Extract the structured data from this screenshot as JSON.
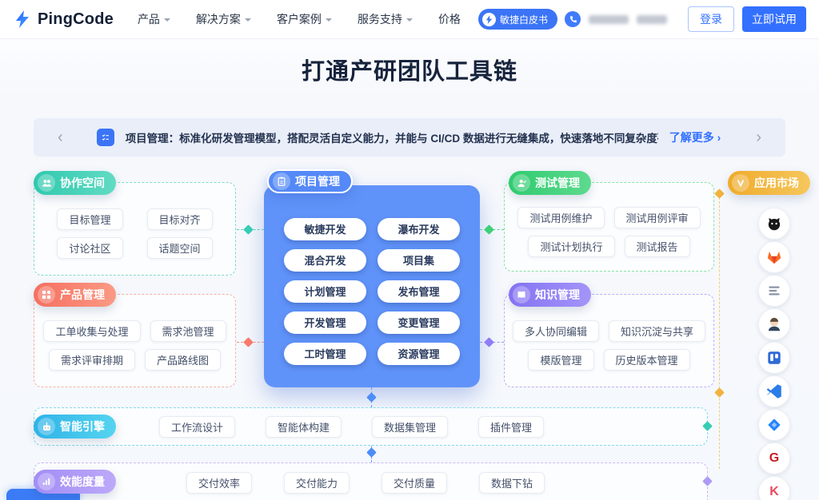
{
  "brand": {
    "name": "PingCode",
    "accent": "#3370ff"
  },
  "navbar": {
    "items": [
      {
        "label": "产品",
        "dropdown": true
      },
      {
        "label": "解决方案",
        "dropdown": true
      },
      {
        "label": "客户案例",
        "dropdown": true
      },
      {
        "label": "服务支持",
        "dropdown": true
      },
      {
        "label": "价格",
        "dropdown": false
      }
    ],
    "whitepaper_badge": "敏捷白皮书",
    "login": "登录",
    "trial": "立即试用"
  },
  "hero": {
    "title": "打通产研团队工具链"
  },
  "banner": {
    "message": "项目管理：标准化研发管理模型，搭配灵活自定义能力，并能与 CI/CD 数据进行无缝集成，快速落地不同复杂度研发场景",
    "more_link": "了解更多 ›",
    "prev": "‹",
    "next": "›"
  },
  "sections": {
    "collaboration": {
      "title": "协作空间",
      "color": "#36cdb4",
      "items": [
        "目标管理",
        "目标对齐",
        "讨论社区",
        "话题空间"
      ]
    },
    "product": {
      "title": "产品管理",
      "color": "#f87a6b",
      "items": [
        "工单收集与处理",
        "需求池管理",
        "需求评审排期",
        "产品路线图"
      ]
    },
    "project": {
      "title": "项目管理",
      "color": "#5589f8",
      "items": [
        "敏捷开发",
        "瀑布开发",
        "混合开发",
        "项目集",
        "计划管理",
        "发布管理",
        "开发管理",
        "变更管理",
        "工时管理",
        "资源管理"
      ]
    },
    "testing": {
      "title": "测试管理",
      "color": "#3ed077",
      "items": [
        "测试用例维护",
        "测试用例评审",
        "测试计划执行",
        "测试报告"
      ]
    },
    "knowledge": {
      "title": "知识管理",
      "color": "#8f7cf7",
      "items": [
        "多人协同编辑",
        "知识沉淀与共享",
        "模版管理",
        "历史版本管理"
      ]
    },
    "marketplace": {
      "title": "应用市场",
      "color": "#f2b33e",
      "icons": [
        {
          "name": "github"
        },
        {
          "name": "gitlab"
        },
        {
          "name": "list-lines"
        },
        {
          "name": "jenkins"
        },
        {
          "name": "kanban-board"
        },
        {
          "name": "vscode"
        },
        {
          "name": "blue-diamond"
        },
        {
          "name": "letter-g",
          "glyph": "G",
          "color": "#c71d23"
        },
        {
          "name": "letter-k",
          "glyph": "K",
          "color": "#e9485c"
        }
      ]
    },
    "ai_engine": {
      "title": "智能引擎",
      "color": "#3cc4ea",
      "items": [
        "工作流设计",
        "智能体构建",
        "数据集管理",
        "插件管理"
      ]
    },
    "metrics": {
      "title": "效能度量",
      "color": "#ae9bf6",
      "items": [
        "交付效率",
        "交付能力",
        "交付质量",
        "数据下钻"
      ]
    }
  }
}
